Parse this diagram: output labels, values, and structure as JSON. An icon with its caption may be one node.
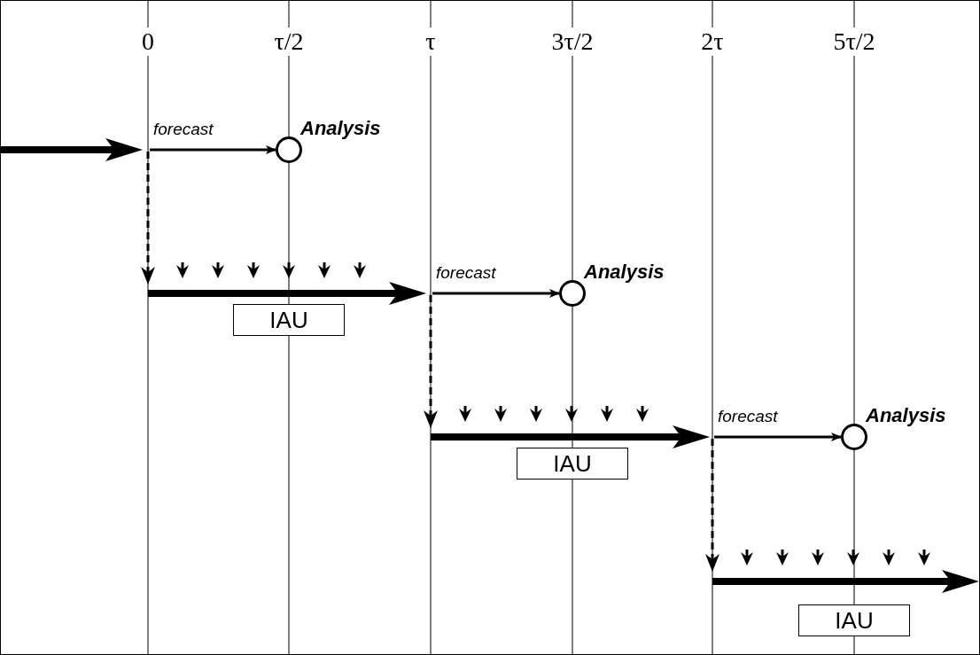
{
  "diagram": {
    "nodes": [
      {
        "text": [],
        "shape": "circle",
        "beside": [
          "Analysis"
        ]
      },
      {
        "text": [
          "IAU"
        ]
      },
      {
        "text": [],
        "shape": "circle",
        "beside": [
          "Analysis"
        ]
      },
      {
        "text": [
          "IAU"
        ]
      },
      {
        "text": [],
        "shape": "circle",
        "beside": [
          "Analysis"
        ]
      },
      {
        "text": [
          "IAU"
        ]
      }
    ],
    "edges": [
      {
        "from": null,
        "to": 0,
        "arrow": "to",
        "label": "forecast"
      },
      {
        "from": null,
        "to": 2,
        "arrow": "to",
        "label": "forecast"
      },
      {
        "from": null,
        "to": 4,
        "arrow": "to",
        "label": "forecast"
      }
    ],
    "labels": [
      "0",
      "τ/2",
      "τ",
      "3τ/2",
      "2τ",
      "5τ/2"
    ]
  }
}
